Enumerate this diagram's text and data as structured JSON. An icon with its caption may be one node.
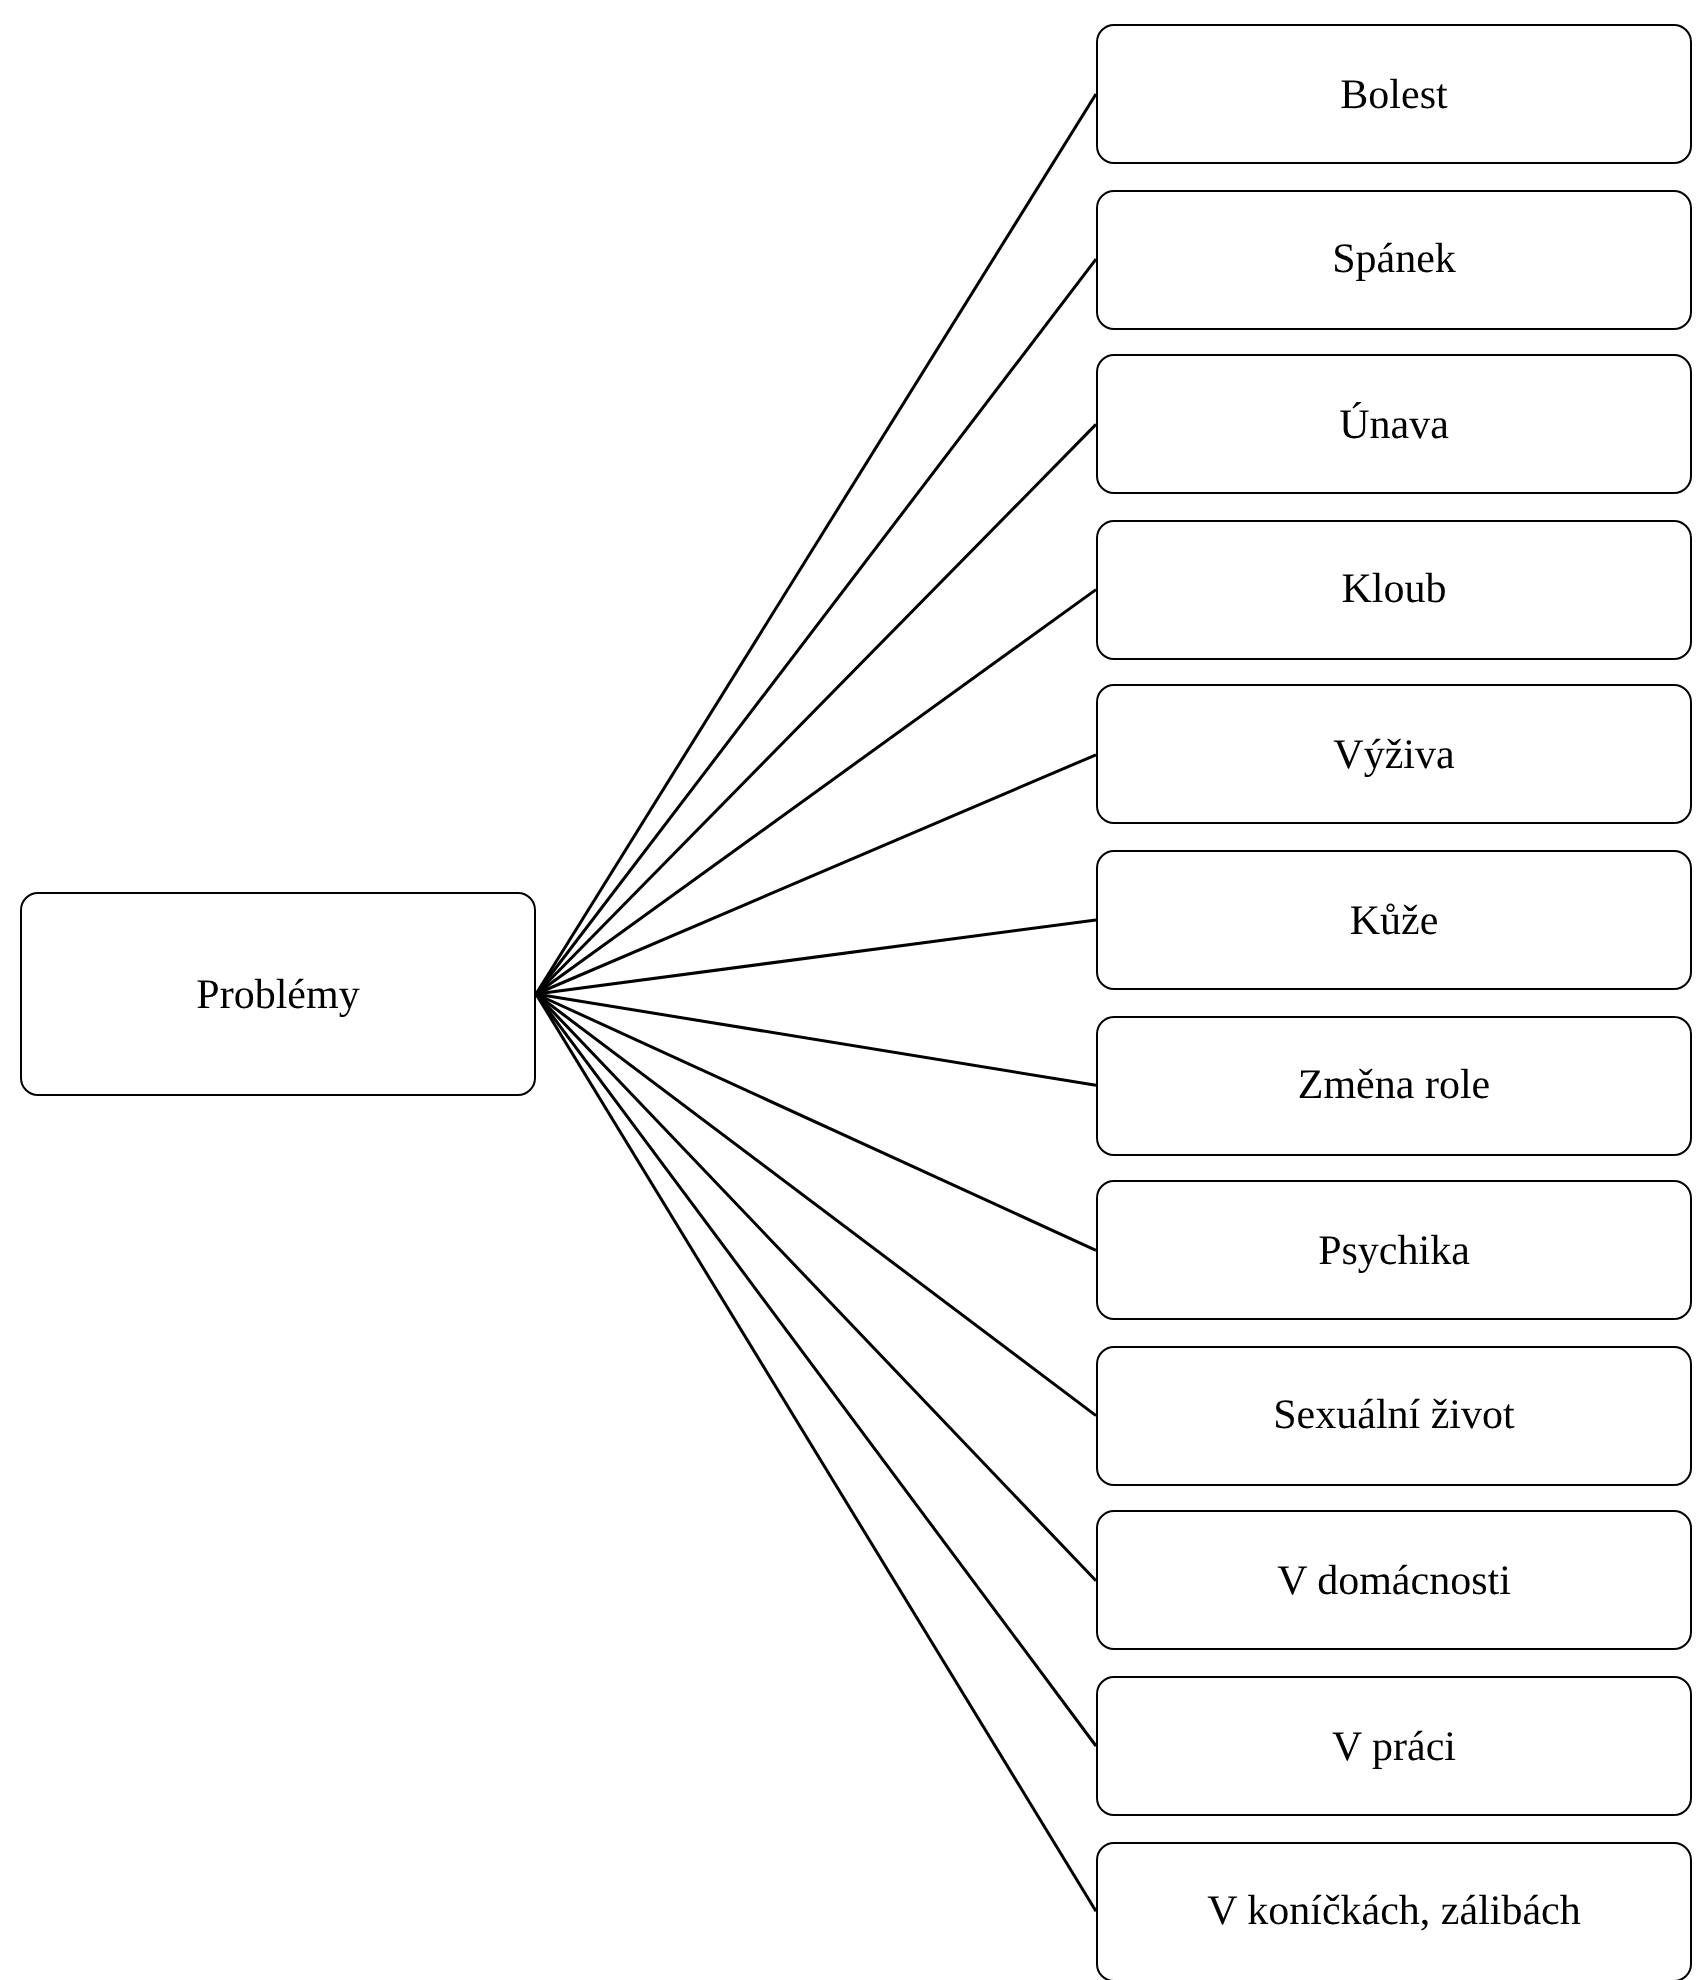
{
  "diagram": {
    "nodes": [
      {
        "text": [
          "Problémy"
        ]
      },
      {
        "text": [
          "Bolest"
        ]
      },
      {
        "text": [
          "Spánek"
        ]
      },
      {
        "text": [
          "Únava"
        ]
      },
      {
        "text": [
          "Kloub"
        ]
      },
      {
        "text": [
          "Výživa"
        ]
      },
      {
        "text": [
          "Kůže"
        ]
      },
      {
        "text": [
          "Změna role"
        ]
      },
      {
        "text": [
          "Psychika"
        ]
      },
      {
        "text": [
          "Sexuální život"
        ]
      },
      {
        "text": [
          "V domácnosti"
        ]
      },
      {
        "text": [
          "V práci"
        ]
      },
      {
        "text": [
          "V koníčkách, zálibách"
        ]
      }
    ],
    "edges": [
      {
        "from": 0,
        "to": 1,
        "arrow": "none"
      },
      {
        "from": 0,
        "to": 2,
        "arrow": "none"
      },
      {
        "from": 0,
        "to": 3,
        "arrow": "none"
      },
      {
        "from": 0,
        "to": 4,
        "arrow": "none"
      },
      {
        "from": 0,
        "to": 5,
        "arrow": "none"
      },
      {
        "from": 0,
        "to": 6,
        "arrow": "none"
      },
      {
        "from": 0,
        "to": 7,
        "arrow": "none"
      },
      {
        "from": 0,
        "to": 8,
        "arrow": "none"
      },
      {
        "from": 0,
        "to": 9,
        "arrow": "none"
      },
      {
        "from": 0,
        "to": 10,
        "arrow": "none"
      },
      {
        "from": 0,
        "to": 11,
        "arrow": "none"
      },
      {
        "from": 0,
        "to": 12,
        "arrow": "none"
      }
    ]
  }
}
